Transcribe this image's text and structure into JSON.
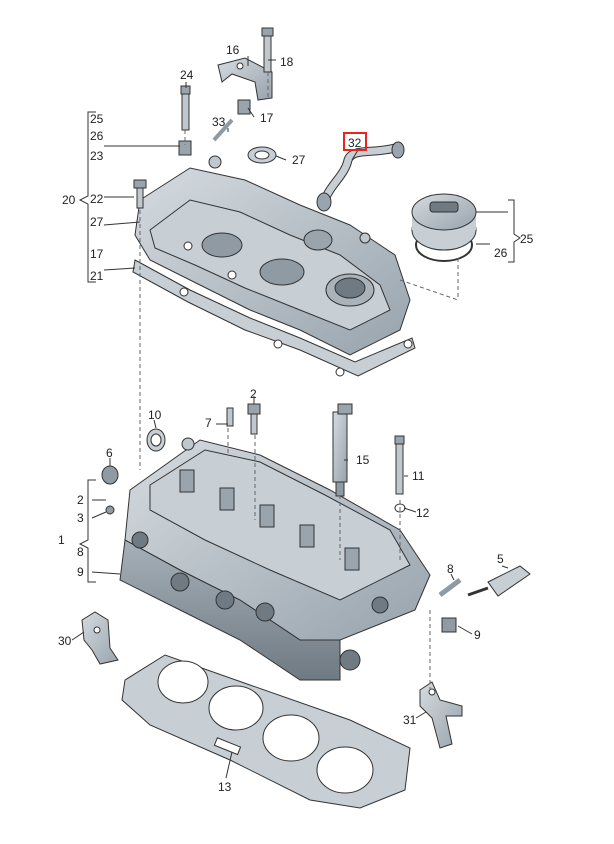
{
  "diagram": {
    "highlight_color": "#e8261e",
    "part_color": "#b9c1c8",
    "part_dark": "#8f9aa3",
    "line_color": "#333333",
    "highlighted_label": "32",
    "labels": {
      "l16": "16",
      "l18": "18",
      "l24": "24",
      "l17a": "17",
      "l33": "33",
      "l32": "32",
      "l27a": "27",
      "l25a": "25",
      "l26a": "26",
      "l23": "23",
      "l20": "20",
      "l22": "22",
      "l27b": "27",
      "l17b": "17",
      "l21": "21",
      "l25b": "25",
      "l26b": "26",
      "l10": "10",
      "l7": "7",
      "l2a": "2",
      "l15": "15",
      "l11": "11",
      "l6": "6",
      "l2b": "2",
      "l3": "3",
      "l1": "1",
      "l8a": "8",
      "l9a": "9",
      "l12": "12",
      "l5": "5",
      "l8b": "8",
      "l9b": "9",
      "l30": "30",
      "l31": "31",
      "l13": "13"
    }
  }
}
